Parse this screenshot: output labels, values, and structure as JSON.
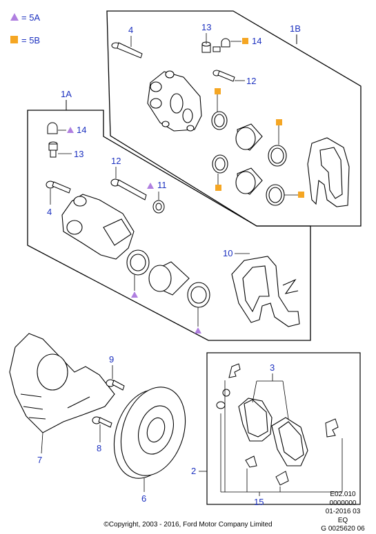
{
  "legend": [
    {
      "symbol": "triangle",
      "color": "#b07fe0",
      "text": "= 5A"
    },
    {
      "symbol": "square",
      "color": "#f5a623",
      "text": "= 5B"
    }
  ],
  "groups": {
    "1A": "1A",
    "1B": "1B"
  },
  "callouts": {
    "c4_top": "4",
    "c13_top": "13",
    "c14_top": "14",
    "c12_top": "12",
    "c14_left": "14",
    "c13_left": "13",
    "c12_mid": "12",
    "c11": "11",
    "c4_left": "4",
    "c10": "10",
    "c9": "9",
    "c8": "8",
    "c7": "7",
    "c6": "6",
    "c2": "2",
    "c3": "3",
    "c15": "15"
  },
  "meta": {
    "line1": "E02.010",
    "line2": "0000000",
    "line3": "01-2016 03",
    "line4": "EQ",
    "line5": "G 0025620 06"
  },
  "copyright": "©Copyright, 2003 - 2016, Ford Motor Company Limited",
  "colors": {
    "label": "#1a2fbf",
    "triangle": "#b07fe0",
    "square": "#f5a623"
  }
}
